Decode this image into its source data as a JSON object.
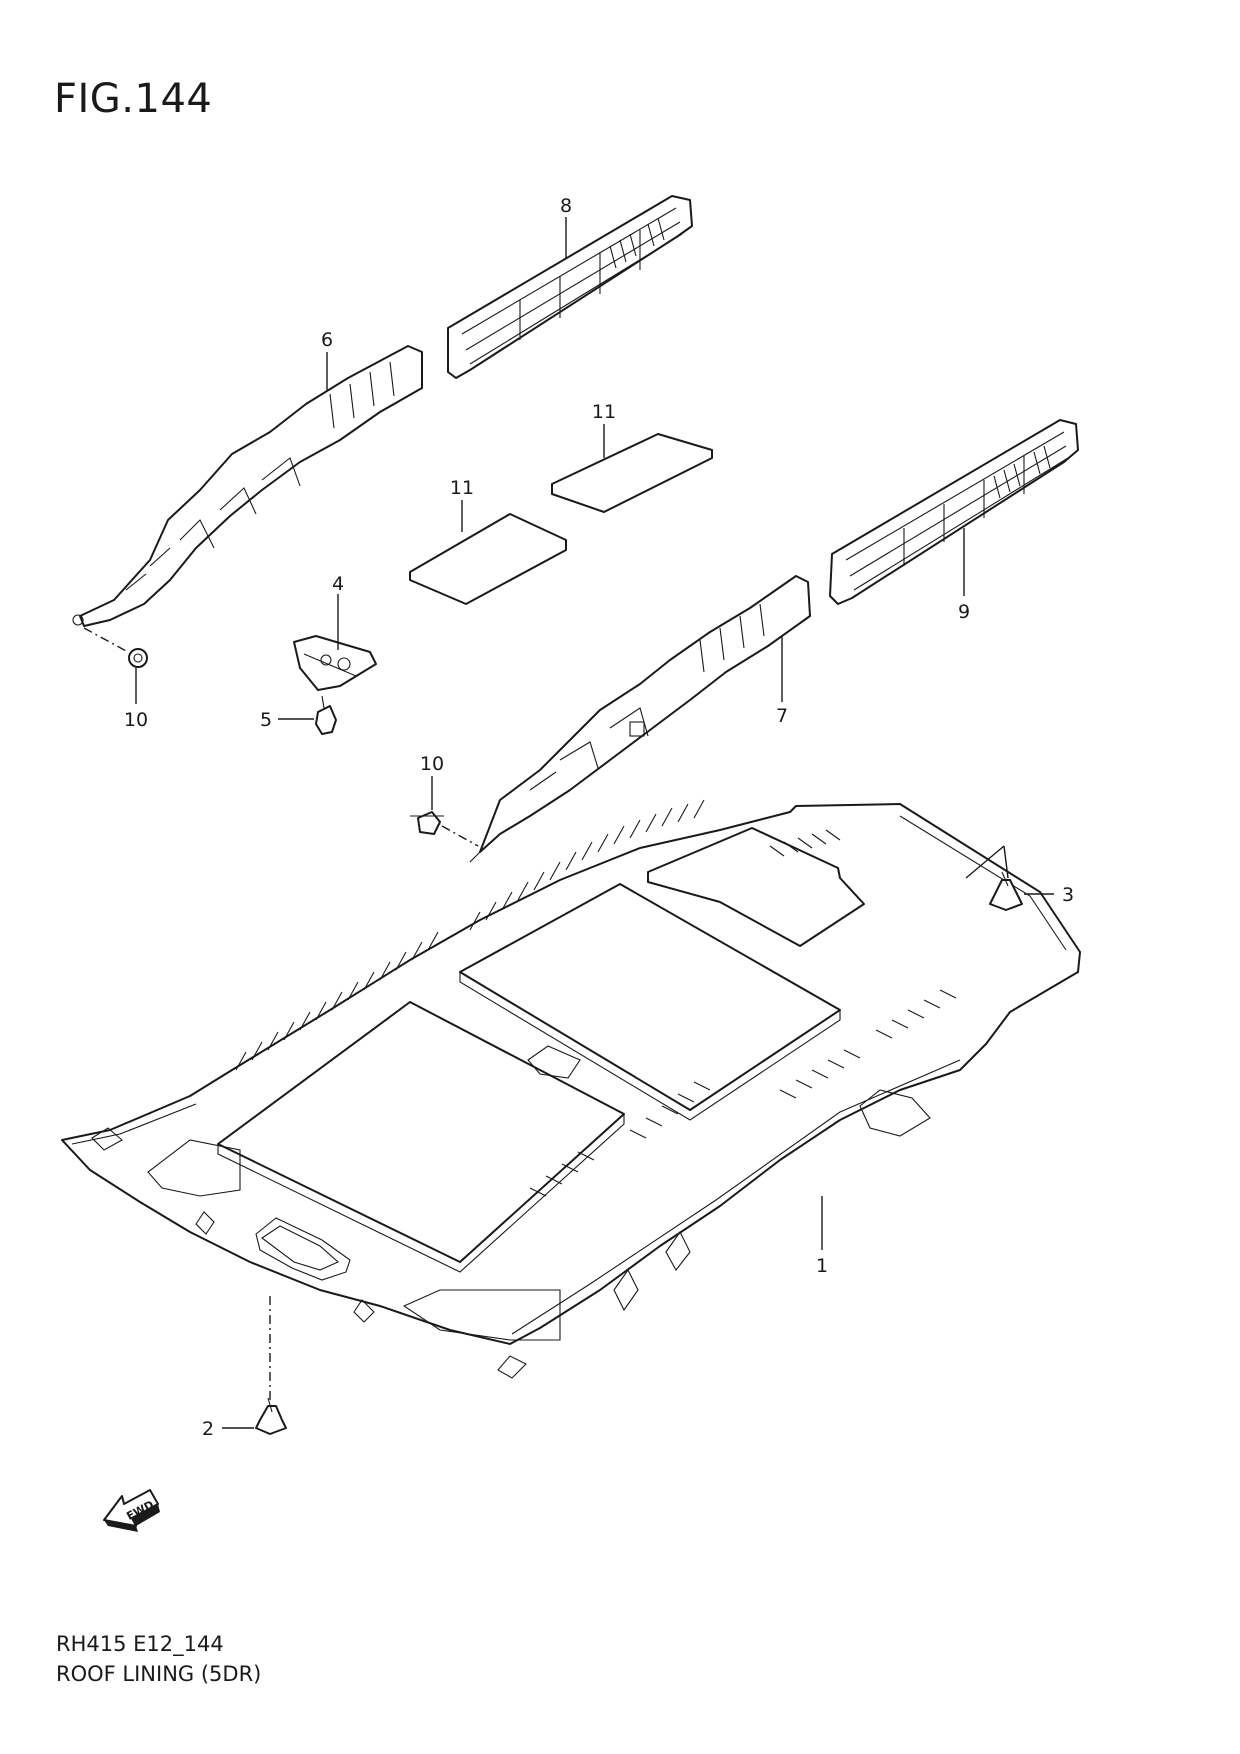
{
  "figure": {
    "title": "FIG.144"
  },
  "footer": {
    "code": "RH415 E12_144",
    "name": "ROOF LINING (5DR)"
  },
  "fwd_label": "FWD",
  "callouts": {
    "c1": "1",
    "c2": "2",
    "c3": "3",
    "c4": "4",
    "c5": "5",
    "c6": "6",
    "c7": "7",
    "c8": "8",
    "c9": "9",
    "c10a": "10",
    "c10b": "10",
    "c11a": "11",
    "c11b": "11"
  },
  "parts": [
    {
      "ref": "1",
      "icon": "roof-lining-panel"
    },
    {
      "ref": "2",
      "icon": "clip"
    },
    {
      "ref": "3",
      "icon": "clip"
    },
    {
      "ref": "4",
      "icon": "bracket"
    },
    {
      "ref": "5",
      "icon": "clip"
    },
    {
      "ref": "6",
      "icon": "side-rail-trim"
    },
    {
      "ref": "7",
      "icon": "side-rail-trim"
    },
    {
      "ref": "8",
      "icon": "roof-rail-trim"
    },
    {
      "ref": "9",
      "icon": "roof-rail-trim"
    },
    {
      "ref": "10",
      "icon": "clip"
    },
    {
      "ref": "11",
      "icon": "pad"
    }
  ]
}
